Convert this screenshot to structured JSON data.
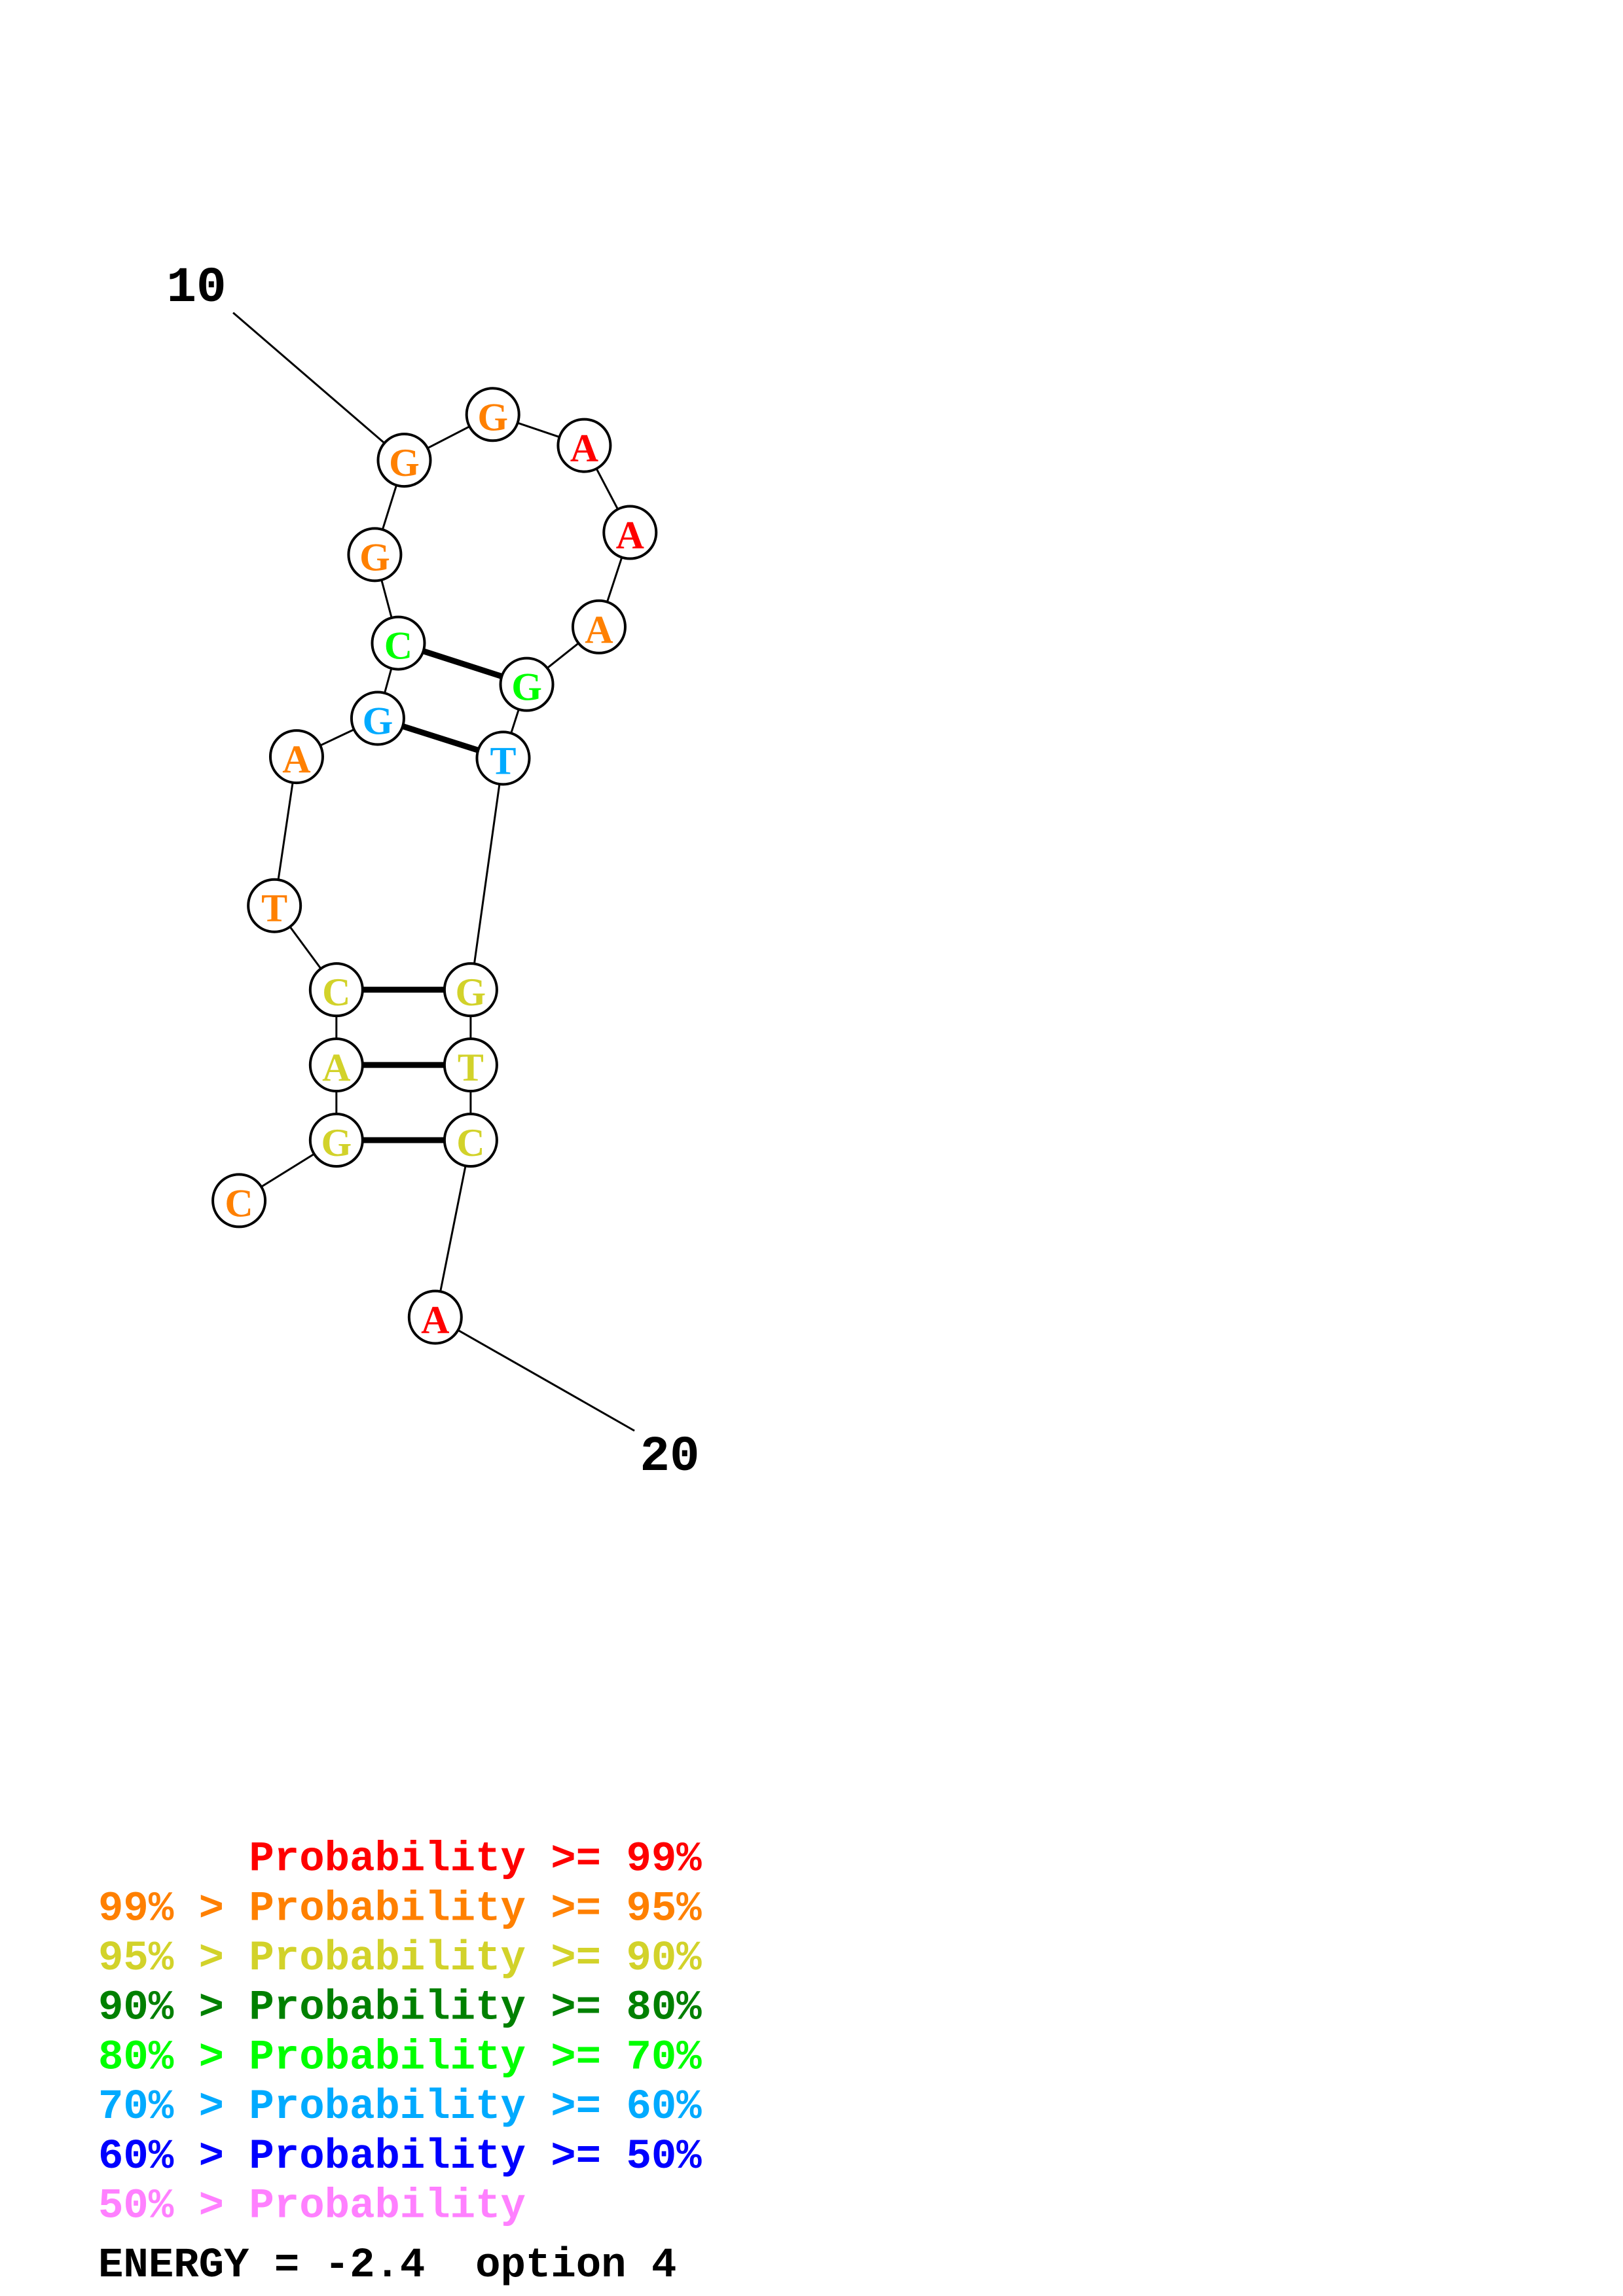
{
  "structure": {
    "start_label": "10",
    "end_label": "20",
    "nucleotides": [
      {
        "base": "C",
        "prob_class": "95-99"
      },
      {
        "base": "G",
        "prob_class": "90-95"
      },
      {
        "base": "A",
        "prob_class": "90-95"
      },
      {
        "base": "C",
        "prob_class": "90-95"
      },
      {
        "base": "T",
        "prob_class": "95-99"
      },
      {
        "base": "A",
        "prob_class": "95-99"
      },
      {
        "base": "G",
        "prob_class": "60-70"
      },
      {
        "base": "C",
        "prob_class": "70-80"
      },
      {
        "base": "G",
        "prob_class": "95-99"
      },
      {
        "base": "G",
        "prob_class": "95-99"
      },
      {
        "base": "G",
        "prob_class": "95-99"
      },
      {
        "base": "A",
        "prob_class": ">=99"
      },
      {
        "base": "A",
        "prob_class": ">=99"
      },
      {
        "base": "A",
        "prob_class": "95-99"
      },
      {
        "base": "G",
        "prob_class": "70-80"
      },
      {
        "base": "T",
        "prob_class": "60-70"
      },
      {
        "base": "G",
        "prob_class": "90-95"
      },
      {
        "base": "T",
        "prob_class": "90-95"
      },
      {
        "base": "C",
        "prob_class": "90-95"
      },
      {
        "base": "A",
        "prob_class": ">=99"
      }
    ],
    "base_pairs": [
      [
        2,
        19
      ],
      [
        3,
        18
      ],
      [
        4,
        17
      ],
      [
        7,
        16
      ],
      [
        8,
        15
      ]
    ]
  },
  "colors": {
    ">=99": "#ff0000",
    "95-99": "#ff8000",
    "90-95": "#d2d22a",
    "80-90": "#008000",
    "70-80": "#00ff00",
    "60-70": "#00aaff",
    "50-60": "#0000ff",
    "<50": "#ff80ff"
  },
  "legend": [
    {
      "prefix": "",
      "text": "Probability >= 99%",
      "class": ">=99"
    },
    {
      "prefix": "99% > ",
      "text": "Probability >= 95%",
      "class": "95-99"
    },
    {
      "prefix": "95% > ",
      "text": "Probability >= 90%",
      "class": "90-95"
    },
    {
      "prefix": "90% > ",
      "text": "Probability >= 80%",
      "class": "80-90"
    },
    {
      "prefix": "80% > ",
      "text": "Probability >= 70%",
      "class": "70-80"
    },
    {
      "prefix": "70% > ",
      "text": "Probability >= 60%",
      "class": "60-70"
    },
    {
      "prefix": "60% > ",
      "text": "Probability >= 50%",
      "class": "50-60"
    },
    {
      "prefix": "50% > ",
      "text": "Probability",
      "class": "<50"
    }
  ],
  "energy": "ENERGY = -2.4  option 4"
}
